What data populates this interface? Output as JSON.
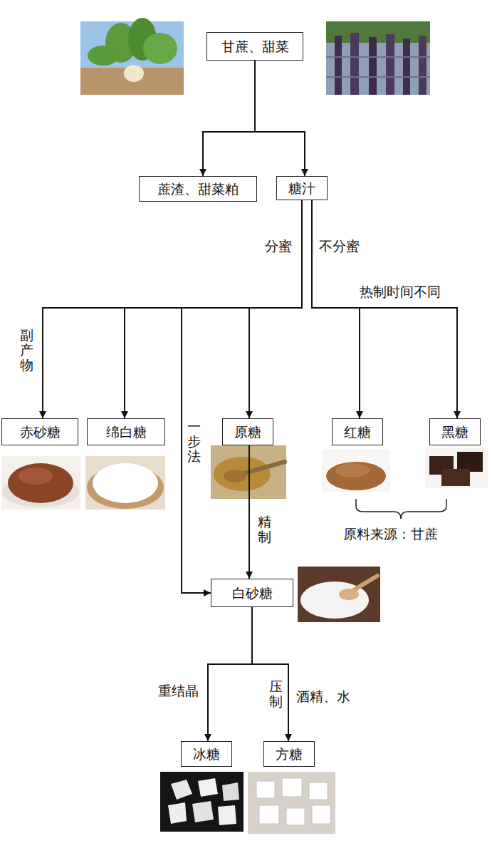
{
  "diagram": {
    "nodes": [
      {
        "text": [
          "甘蔗、甜菜"
        ]
      },
      {
        "text": [
          "蔗渣、甜菜粕"
        ]
      },
      {
        "text": [
          "糖汁"
        ]
      },
      {
        "text": [
          "赤砂糖"
        ]
      },
      {
        "text": [
          "绵白糖"
        ]
      },
      {
        "text": [
          "原糖"
        ]
      },
      {
        "text": [
          "红糖"
        ]
      },
      {
        "text": [
          "黑糖"
        ]
      },
      {
        "text": [
          "白砂糖"
        ]
      },
      {
        "text": [
          "冰糖"
        ]
      },
      {
        "text": [
          "方糖"
        ]
      }
    ],
    "edges": [
      {
        "from": 0,
        "to": 1,
        "arrow": "to"
      },
      {
        "from": 0,
        "to": 2,
        "arrow": "to"
      },
      {
        "from": 2,
        "to": 3,
        "label": "副产物",
        "arrow": "to"
      },
      {
        "from": 2,
        "to": 4,
        "arrow": "to"
      },
      {
        "from": 2,
        "to": 8,
        "label": "一步法",
        "arrow": "to"
      },
      {
        "from": 2,
        "to": 5,
        "label": "分蜜",
        "arrow": "to"
      },
      {
        "from": 2,
        "to": 6,
        "label": "不分蜜",
        "arrow": "to"
      },
      {
        "from": 2,
        "to": 7,
        "label": "热制时间不同",
        "arrow": "to"
      },
      {
        "from": 5,
        "to": 8,
        "label": "精制",
        "arrow": "to"
      },
      {
        "from": 8,
        "to": 9,
        "label": "重结晶",
        "arrow": "to"
      },
      {
        "from": 8,
        "to": 10,
        "label": "压制",
        "arrow": "to"
      }
    ],
    "labels": [
      "酒精、水",
      "原料来源：甘蔗"
    ]
  }
}
